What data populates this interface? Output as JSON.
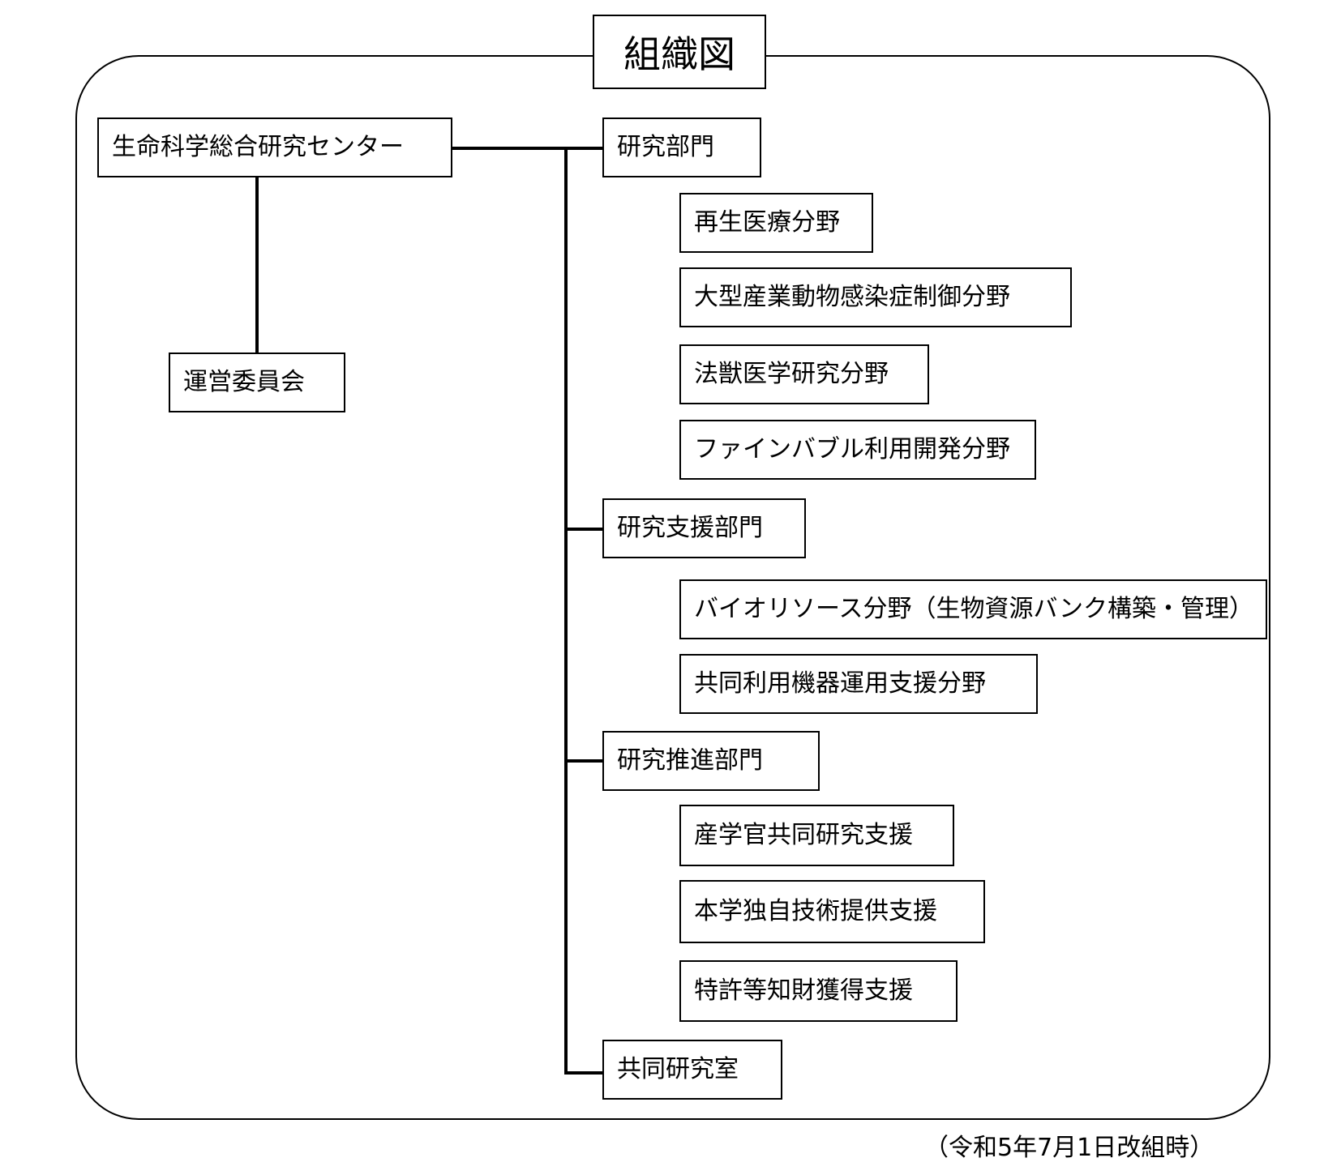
{
  "title": "組織図",
  "center": "生命科学総合研究センター",
  "steering_committee": "運営委員会",
  "divisions": [
    {
      "label": "研究部門",
      "fields": [
        "再生医療分野",
        "大型産業動物感染症制御分野",
        "法獣医学研究分野",
        "ファインバブル利用開発分野"
      ]
    },
    {
      "label": "研究支援部門",
      "fields": [
        "バイオリソース分野（生物資源バンク構築・管理）",
        "共同利用機器運用支援分野"
      ]
    },
    {
      "label": "研究推進部門",
      "fields": [
        "産学官共同研究支援",
        "本学独自技術提供支援",
        "特許等知財獲得支援"
      ]
    },
    {
      "label": "共同研究室",
      "fields": []
    }
  ],
  "revision_note": "（令和5年7月1日改組時）"
}
